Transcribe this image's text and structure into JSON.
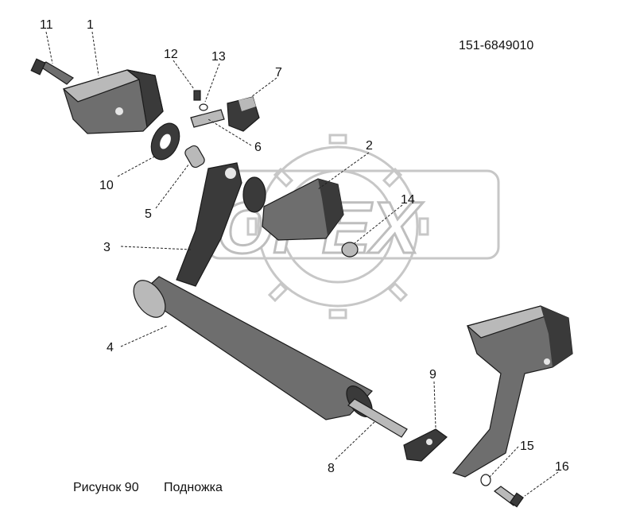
{
  "doc_code": "151-6849010",
  "caption": {
    "figure": "Рисунок 90",
    "title": "Подножка"
  },
  "watermark": "OPEX",
  "callouts": [
    "11",
    "1",
    "12",
    "13",
    "7",
    "6",
    "2",
    "10",
    "5",
    "14",
    "3",
    "4",
    "9",
    "8",
    "15",
    "16"
  ]
}
